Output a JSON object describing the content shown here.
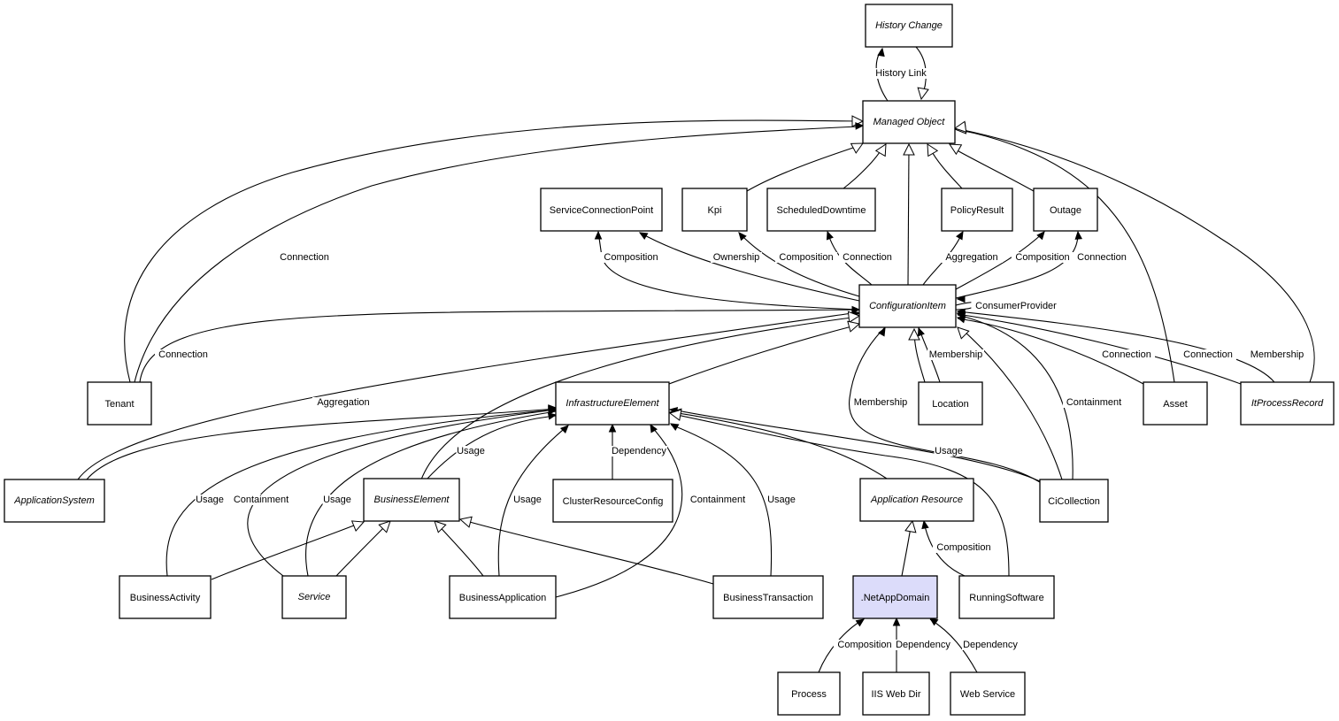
{
  "diagram": {
    "type": "class-relationship-graph",
    "colors": {
      "node_fill": "#ffffff",
      "highlight_fill": "#dcdcfa",
      "stroke": "#000000"
    },
    "nodes": [
      {
        "id": "history_change",
        "label": "History Change",
        "abstract": true
      },
      {
        "id": "managed_object",
        "label": "Managed Object",
        "abstract": true
      },
      {
        "id": "service_connection_point",
        "label": "ServiceConnectionPoint",
        "abstract": false
      },
      {
        "id": "kpi",
        "label": "Kpi",
        "abstract": false
      },
      {
        "id": "scheduled_downtime",
        "label": "ScheduledDowntime",
        "abstract": false
      },
      {
        "id": "policy_result",
        "label": "PolicyResult",
        "abstract": false
      },
      {
        "id": "outage",
        "label": "Outage",
        "abstract": false
      },
      {
        "id": "configuration_item",
        "label": "ConfigurationItem",
        "abstract": true
      },
      {
        "id": "tenant",
        "label": "Tenant",
        "abstract": false
      },
      {
        "id": "infrastructure_element",
        "label": "InfrastructureElement",
        "abstract": true
      },
      {
        "id": "location",
        "label": "Location",
        "abstract": false
      },
      {
        "id": "asset",
        "label": "Asset",
        "abstract": false
      },
      {
        "id": "it_process_record",
        "label": "ItProcessRecord",
        "abstract": true
      },
      {
        "id": "application_system",
        "label": "ApplicationSystem",
        "abstract": true
      },
      {
        "id": "business_element",
        "label": "BusinessElement",
        "abstract": true
      },
      {
        "id": "cluster_resource_config",
        "label": "ClusterResourceConfig",
        "abstract": false
      },
      {
        "id": "application_resource",
        "label": "Application Resource",
        "abstract": true
      },
      {
        "id": "ci_collection",
        "label": "CiCollection",
        "abstract": false
      },
      {
        "id": "business_activity",
        "label": "BusinessActivity",
        "abstract": false
      },
      {
        "id": "service",
        "label": "Service",
        "abstract": true
      },
      {
        "id": "business_application",
        "label": "BusinessApplication",
        "abstract": false
      },
      {
        "id": "business_transaction",
        "label": "BusinessTransaction",
        "abstract": false
      },
      {
        "id": "net_app_domain",
        "label": ".NetAppDomain",
        "abstract": false,
        "highlighted": true
      },
      {
        "id": "running_software",
        "label": "RunningSoftware",
        "abstract": false
      },
      {
        "id": "process",
        "label": "Process",
        "abstract": false
      },
      {
        "id": "iis_web_dir",
        "label": "IIS Web Dir",
        "abstract": false
      },
      {
        "id": "web_service",
        "label": "Web Service",
        "abstract": false
      }
    ],
    "edges": [
      {
        "from": "managed_object",
        "to": "history_change",
        "label": "History Link",
        "kind": "association"
      },
      {
        "from": "history_change",
        "to": "managed_object",
        "label": "",
        "kind": "inheritance"
      },
      {
        "from": "tenant",
        "to": "managed_object",
        "label": "",
        "kind": "inheritance"
      },
      {
        "from": "tenant",
        "to": "managed_object",
        "label": "Connection",
        "kind": "association"
      },
      {
        "from": "kpi",
        "to": "managed_object",
        "label": "",
        "kind": "inheritance"
      },
      {
        "from": "scheduled_downtime",
        "to": "managed_object",
        "label": "",
        "kind": "inheritance"
      },
      {
        "from": "configuration_item",
        "to": "managed_object",
        "label": "",
        "kind": "inheritance"
      },
      {
        "from": "policy_result",
        "to": "managed_object",
        "label": "",
        "kind": "inheritance"
      },
      {
        "from": "outage",
        "to": "managed_object",
        "label": "",
        "kind": "inheritance"
      },
      {
        "from": "asset",
        "to": "managed_object",
        "label": "",
        "kind": "inheritance"
      },
      {
        "from": "it_process_record",
        "to": "managed_object",
        "label": "",
        "kind": "inheritance"
      },
      {
        "from": "configuration_item",
        "to": "service_connection_point",
        "label": "Composition",
        "kind": "association"
      },
      {
        "from": "configuration_item",
        "to": "service_connection_point",
        "label": "Ownership",
        "kind": "association"
      },
      {
        "from": "configuration_item",
        "to": "kpi",
        "label": "Composition",
        "kind": "association"
      },
      {
        "from": "configuration_item",
        "to": "scheduled_downtime",
        "label": "Connection",
        "kind": "association"
      },
      {
        "from": "configuration_item",
        "to": "policy_result",
        "label": "Aggregation",
        "kind": "association"
      },
      {
        "from": "configuration_item",
        "to": "outage",
        "label": "Composition",
        "kind": "association"
      },
      {
        "from": "configuration_item",
        "to": "outage",
        "label": "Connection",
        "kind": "association"
      },
      {
        "from": "configuration_item",
        "to": "configuration_item",
        "label": "ConsumerProvider",
        "kind": "association"
      },
      {
        "from": "tenant",
        "to": "configuration_item",
        "label": "Connection",
        "kind": "association"
      },
      {
        "from": "application_system",
        "to": "configuration_item",
        "label": "Aggregation",
        "kind": "association"
      },
      {
        "from": "business_element",
        "to": "configuration_item",
        "label": "",
        "kind": "inheritance"
      },
      {
        "from": "infrastructure_element",
        "to": "configuration_item",
        "label": "",
        "kind": "inheritance"
      },
      {
        "from": "location",
        "to": "configuration_item",
        "label": "",
        "kind": "inheritance"
      },
      {
        "from": "location",
        "to": "configuration_item",
        "label": "Membership",
        "kind": "association"
      },
      {
        "from": "ci_collection",
        "to": "configuration_item",
        "label": "Membership",
        "kind": "association"
      },
      {
        "from": "ci_collection",
        "to": "configuration_item",
        "label": "",
        "kind": "inheritance"
      },
      {
        "from": "ci_collection",
        "to": "configuration_item",
        "label": "Containment",
        "kind": "association"
      },
      {
        "from": "asset",
        "to": "configuration_item",
        "label": "Connection",
        "kind": "association"
      },
      {
        "from": "it_process_record",
        "to": "configuration_item",
        "label": "Connection",
        "kind": "association"
      },
      {
        "from": "it_process_record",
        "to": "configuration_item",
        "label": "Membership",
        "kind": "association"
      },
      {
        "from": "application_system",
        "to": "infrastructure_element",
        "label": "",
        "kind": "association"
      },
      {
        "from": "business_activity",
        "to": "infrastructure_element",
        "label": "Usage",
        "kind": "association"
      },
      {
        "from": "service",
        "to": "infrastructure_element",
        "label": "Containment",
        "kind": "association"
      },
      {
        "from": "service",
        "to": "infrastructure_element",
        "label": "Usage",
        "kind": "association"
      },
      {
        "from": "business_element",
        "to": "infrastructure_element",
        "label": "Usage",
        "kind": "association"
      },
      {
        "from": "business_application",
        "to": "infrastructure_element",
        "label": "Usage",
        "kind": "association"
      },
      {
        "from": "cluster_resource_config",
        "to": "infrastructure_element",
        "label": "Dependency",
        "kind": "association"
      },
      {
        "from": "business_application",
        "to": "infrastructure_element",
        "label": "Containment",
        "kind": "association"
      },
      {
        "from": "business_transaction",
        "to": "infrastructure_element",
        "label": "Usage",
        "kind": "association"
      },
      {
        "from": "application_resource",
        "to": "infrastructure_element",
        "label": "",
        "kind": "inheritance"
      },
      {
        "from": "ci_collection",
        "to": "infrastructure_element",
        "label": "Usage",
        "kind": "association"
      },
      {
        "from": "running_software",
        "to": "infrastructure_element",
        "label": "",
        "kind": "inheritance"
      },
      {
        "from": "business_activity",
        "to": "business_element",
        "label": "",
        "kind": "inheritance"
      },
      {
        "from": "service",
        "to": "business_element",
        "label": "",
        "kind": "inheritance"
      },
      {
        "from": "business_application",
        "to": "business_element",
        "label": "",
        "kind": "inheritance"
      },
      {
        "from": "business_transaction",
        "to": "business_element",
        "label": "",
        "kind": "inheritance"
      },
      {
        "from": "net_app_domain",
        "to": "application_resource",
        "label": "",
        "kind": "inheritance"
      },
      {
        "from": "running_software",
        "to": "application_resource",
        "label": "Composition",
        "kind": "association"
      },
      {
        "from": "process",
        "to": "net_app_domain",
        "label": "Composition",
        "kind": "association"
      },
      {
        "from": "iis_web_dir",
        "to": "net_app_domain",
        "label": "Dependency",
        "kind": "association"
      },
      {
        "from": "web_service",
        "to": "net_app_domain",
        "label": "Dependency",
        "kind": "association"
      }
    ]
  }
}
